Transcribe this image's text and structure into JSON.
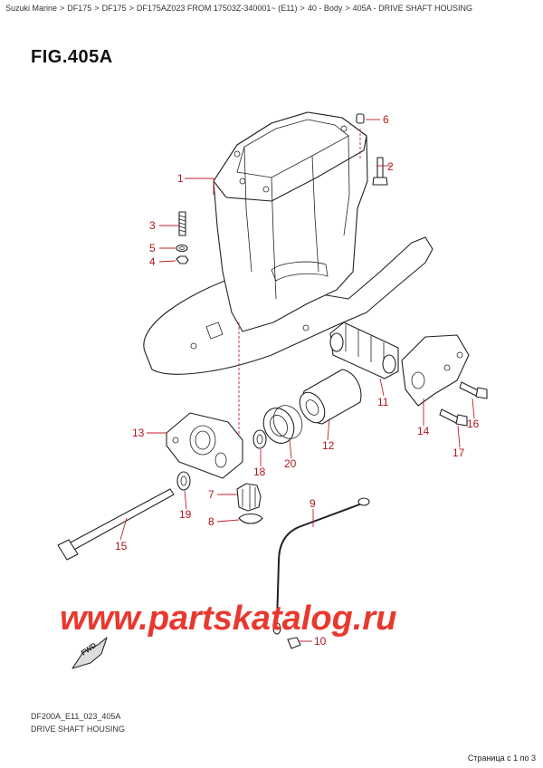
{
  "breadcrumb": [
    "Suzuki Marine",
    "DF175",
    "DF175",
    "DF175AZ023 FROM 17503Z-340001~ (E11)",
    "40 - Body",
    "405A - DRIVE SHAFT HOUSING"
  ],
  "breadcrumb_separator": ">",
  "figure_title": "FIG.405A",
  "callouts": {
    "c1": "1",
    "c2": "2",
    "c3": "3",
    "c4": "4",
    "c5": "5",
    "c6": "6",
    "c7": "7",
    "c8": "8",
    "c9": "9",
    "c10": "10",
    "c11": "11",
    "c12": "12",
    "c13": "13",
    "c14": "14",
    "c15": "15",
    "c16": "16",
    "c17": "17",
    "c18": "18",
    "c19": "19",
    "c20": "20"
  },
  "fwd_label": "FWD",
  "watermark": "www.partskatalog.ru",
  "footer": {
    "code": "DF200A_E11_023_405A",
    "name": "DRIVE SHAFT HOUSING"
  },
  "pager": "Страница с 1 по 3",
  "colors": {
    "callout": "#b0151d",
    "watermark": "#e8392f"
  }
}
